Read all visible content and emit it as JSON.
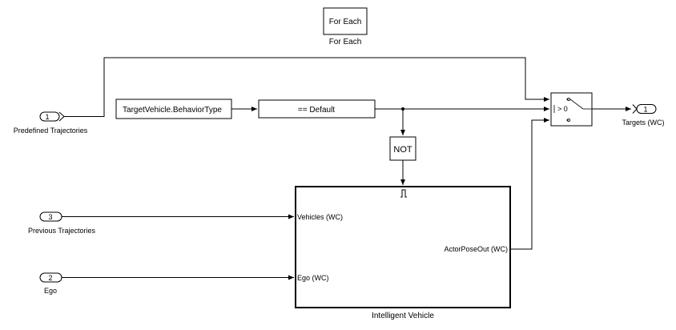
{
  "blocks": {
    "for_each": {
      "label": "For Each",
      "caption": "For Each"
    },
    "behavior_type": {
      "label": "TargetVehicle.BehaviorType"
    },
    "compare_default": {
      "label": "== Default"
    },
    "not": {
      "label": "NOT"
    },
    "switch": {
      "threshold_label": "> 0"
    },
    "intelligent_vehicle": {
      "caption": "Intelligent Vehicle",
      "port_vehicles": "Vehicles (WC)",
      "port_ego": "Ego (WC)",
      "port_actor_pose_out": "ActorPoseOut (WC)"
    }
  },
  "inports": [
    {
      "number": "1",
      "label": "Predefined Trajectories"
    },
    {
      "number": "3",
      "label": "Previous Trajectories"
    },
    {
      "number": "2",
      "label": "Ego"
    }
  ],
  "outports": [
    {
      "number": "1",
      "label": "Targets (WC)"
    }
  ]
}
